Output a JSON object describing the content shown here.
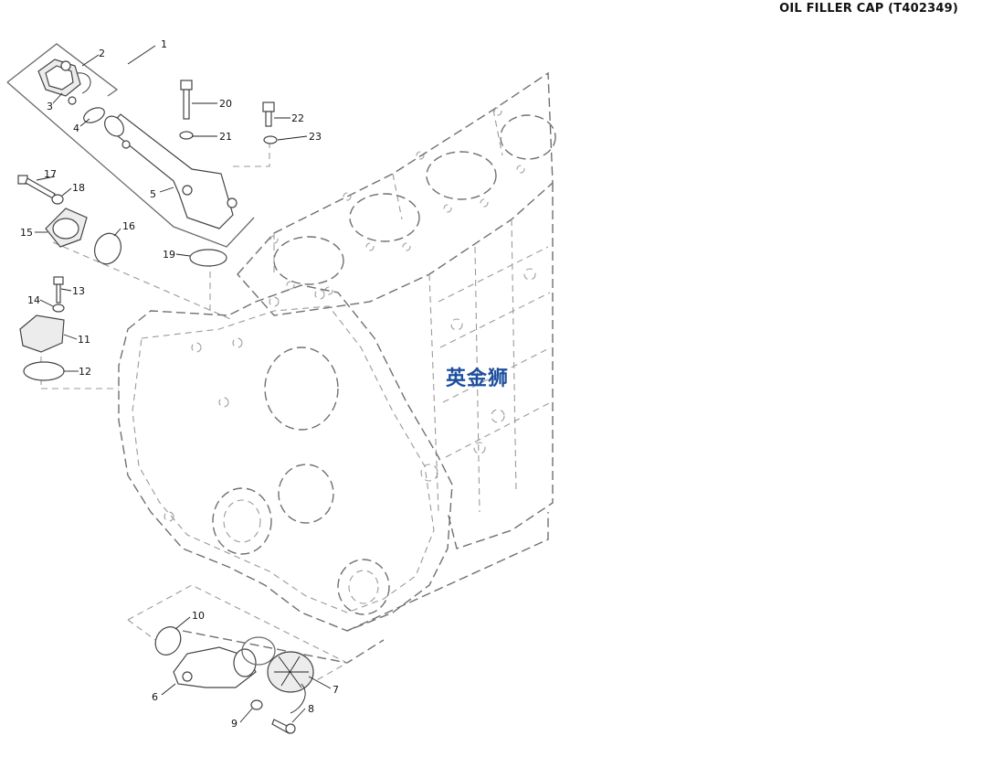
{
  "title": "OIL FILLER CAP (T402349)",
  "watermark": "英金狮",
  "callouts": {
    "p1": "1",
    "p2": "2",
    "p3": "3",
    "p4": "4",
    "p5": "5",
    "p6": "6",
    "p7": "7",
    "p8": "8",
    "p9": "9",
    "p10": "10",
    "p11": "11",
    "p12": "12",
    "p13": "13",
    "p14": "14",
    "p15": "15",
    "p16": "16",
    "p17": "17",
    "p18": "18",
    "p19": "19",
    "p20": "20",
    "p21": "21",
    "p22": "22",
    "p23": "23"
  },
  "colors": {
    "watermark": "#1d4f9e",
    "line": "#6a6a6a",
    "text": "#111111"
  }
}
